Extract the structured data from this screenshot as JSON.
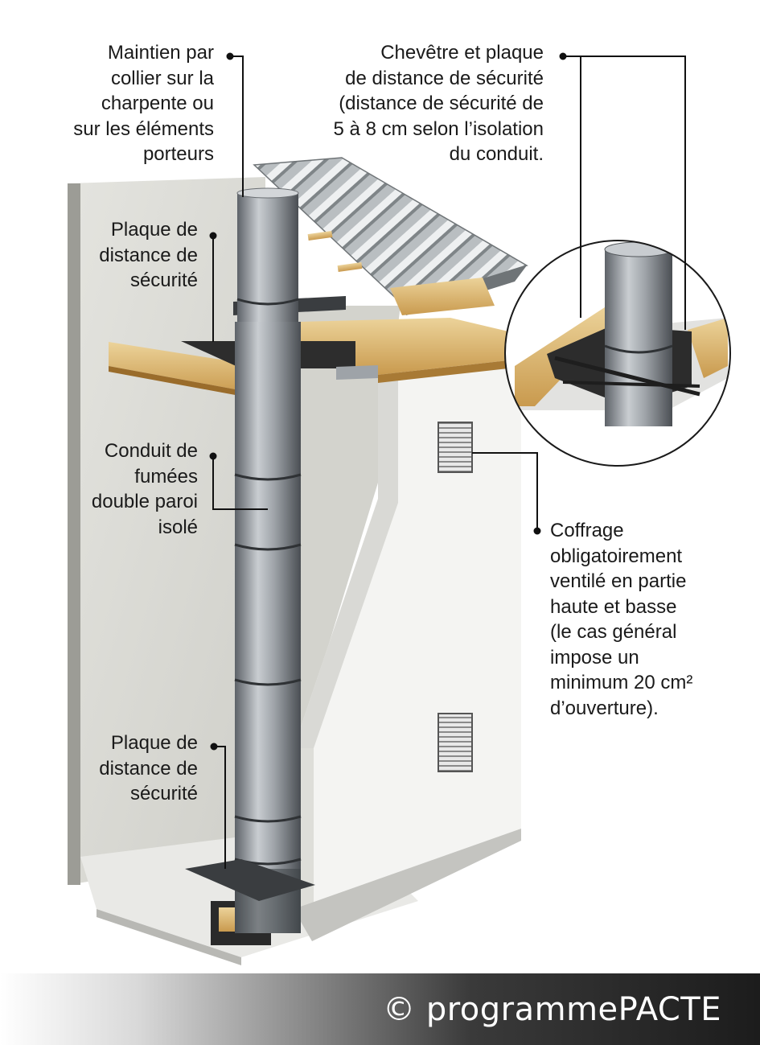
{
  "labels": {
    "maintien": "Maintien par\ncollier sur la\ncharpente ou\nsur les éléments\nporteurs",
    "chevetre": "Chevêtre et plaque\nde distance de sécurité\n(distance de sécurité de\n5 à 8 cm selon l’isolation\ndu conduit.",
    "plaque_haut": "Plaque de\ndistance de\nsécurité",
    "conduit": "Conduit de\nfumées\ndouble paroi\nisolé",
    "coffrage": "Coffrage\nobligatoirement\nventilé en partie\nhaute et basse\n(le cas général\nimpose un\nminimum 20 cm²\nd’ouverture).",
    "plaque_bas": "Plaque de\ndistance de\nsécurité"
  },
  "footer": {
    "copyright": "© programmePACTE"
  },
  "colors": {
    "wall": "#dcdcd6",
    "boxing": "#f4f4f2",
    "pipe": "#9aa0a6",
    "wood": "#d9b46c",
    "roof": "#b7bcbf",
    "leader": "#111111"
  }
}
